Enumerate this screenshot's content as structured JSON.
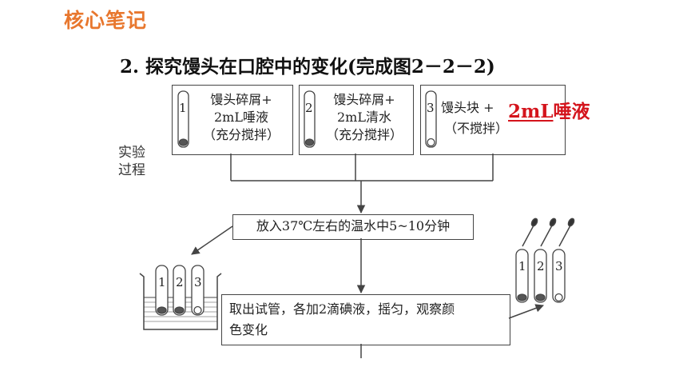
{
  "header": {
    "title": "核心笔记"
  },
  "heading": {
    "text": "2. 探究馒头在口腔中的变化(完成图2－2－2)"
  },
  "experiment_label": {
    "line1": "实验",
    "line2": "过程"
  },
  "tubes": [
    {
      "number": "1",
      "line1": "馒头碎屑+",
      "line2": "2mL唾液",
      "line3": "（充分搅拌）"
    },
    {
      "number": "2",
      "line1": "馒头碎屑+",
      "line2": "2mL清水",
      "line3": "（充分搅拌）"
    },
    {
      "number": "3",
      "line1": "馒头块 +",
      "line3": "（不搅拌）"
    }
  ],
  "answer": {
    "underlined": "2mL",
    "rest": "唾液"
  },
  "step2": {
    "text": "放入37℃左右的温水中5~10分钟"
  },
  "step3": {
    "line1": "取出试管，各加2滴碘液，摇匀，观察颜",
    "line2": "色变化"
  },
  "beaker_tubes": [
    "1",
    "2",
    "3"
  ],
  "right_tubes": [
    "1",
    "2",
    "3"
  ],
  "colors": {
    "header": "#e8772e",
    "answer": "#d4141c",
    "stroke": "#444444"
  }
}
